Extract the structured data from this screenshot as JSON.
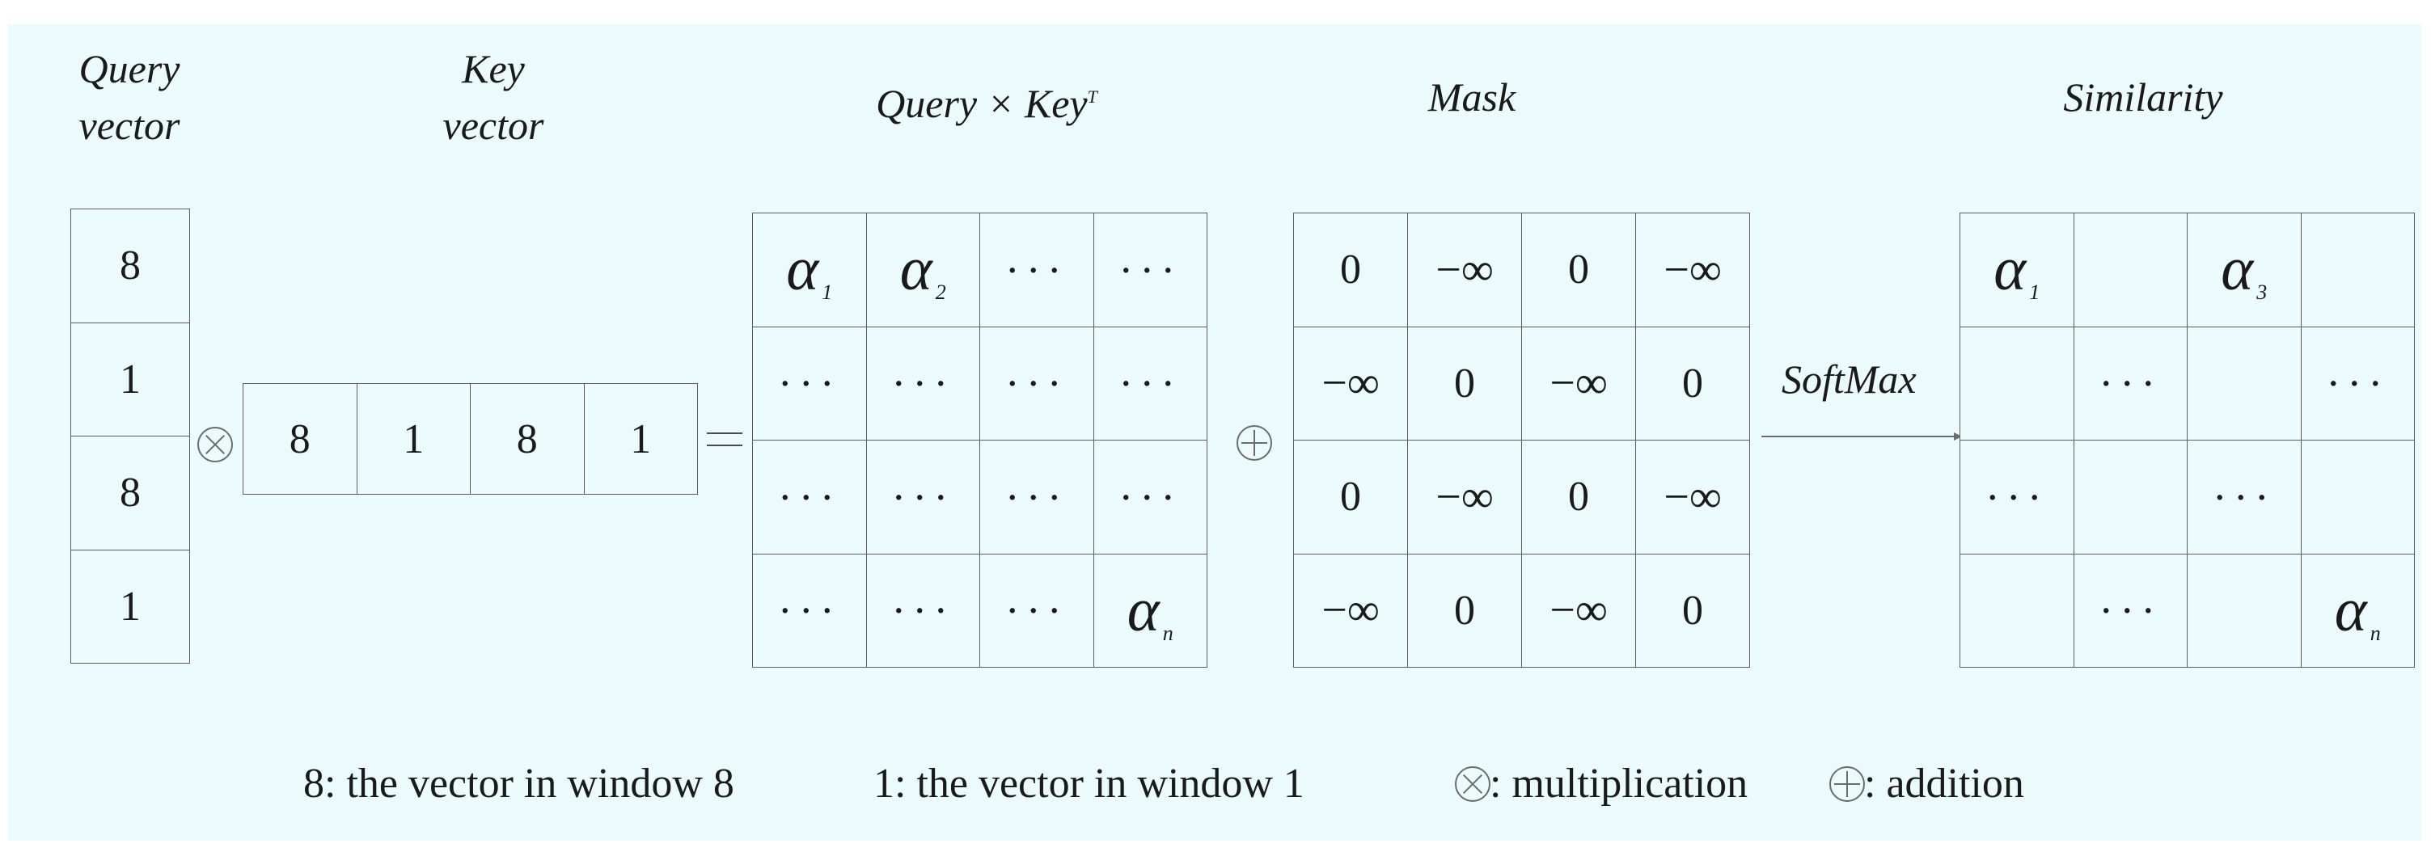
{
  "headings": {
    "query": [
      "Query",
      "vector"
    ],
    "key": [
      "Key",
      "vector"
    ],
    "product": {
      "base": "Query × Key",
      "sup": "T"
    },
    "mask": "Mask",
    "similarity": "Similarity"
  },
  "query_vector": [
    "8",
    "1",
    "8",
    "1"
  ],
  "key_vector": [
    "8",
    "1",
    "8",
    "1"
  ],
  "product_matrix": [
    [
      "α1",
      "α2",
      "···",
      "···"
    ],
    [
      "···",
      "···",
      "···",
      "···"
    ],
    [
      "···",
      "···",
      "···",
      "···"
    ],
    [
      "···",
      "···",
      "···",
      "αn"
    ]
  ],
  "mask_matrix": [
    [
      "0",
      "−∞",
      "0",
      "−∞"
    ],
    [
      "−∞",
      "0",
      "−∞",
      "0"
    ],
    [
      "0",
      "−∞",
      "0",
      "−∞"
    ],
    [
      "−∞",
      "0",
      "−∞",
      "0"
    ]
  ],
  "similarity_matrix": [
    [
      "α1",
      "",
      "α3",
      ""
    ],
    [
      "",
      "···",
      "",
      "···"
    ],
    [
      "···",
      "",
      "···",
      ""
    ],
    [
      "",
      "···",
      "",
      "αn"
    ]
  ],
  "arrow_label": "SoftMax",
  "legend": {
    "item1": "8: the vector in window 8",
    "item2": "1: the vector in window 1",
    "item3": ": multiplication",
    "item4": ": addition"
  },
  "colors": {
    "background": "#ebfbfc",
    "line": "#5c5c5c"
  },
  "icons": {
    "multiply": "circled-times-icon",
    "add": "circled-plus-icon"
  }
}
